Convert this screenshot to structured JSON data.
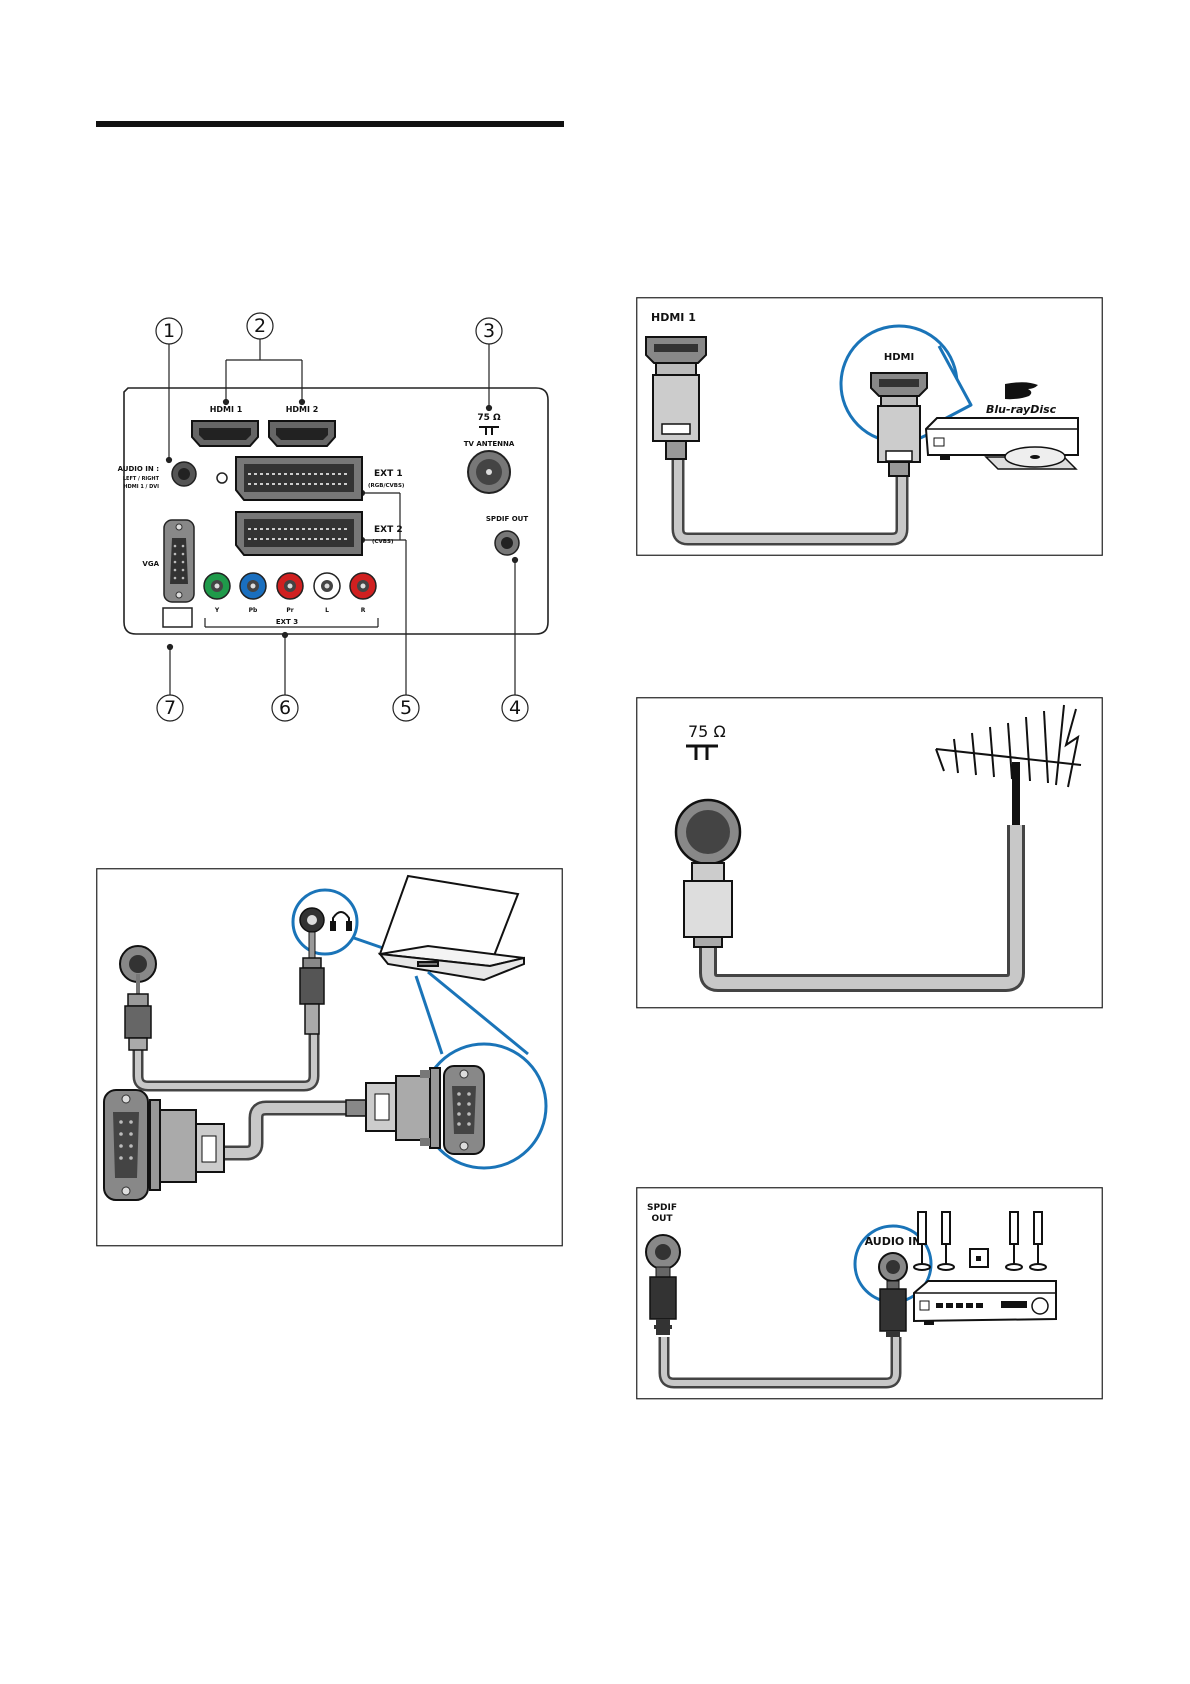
{
  "callouts": [
    "1",
    "2",
    "3",
    "4",
    "5",
    "6",
    "7"
  ],
  "panel": {
    "audio_in_line1": "AUDIO IN :",
    "audio_in_line2": "LEFT / RIGHT",
    "audio_in_line3": "HDMI 1 / DVI",
    "hdmi1": "HDMI 1",
    "hdmi2": "HDMI 2",
    "ohm": "75 Ω",
    "tv_antenna": "TV ANTENNA",
    "ext1": "EXT 1",
    "ext1_sub": "(RGB/CVBS)",
    "ext2": "EXT 2",
    "ext2_sub": "(CVBS)",
    "spdif_out": "SPDIF OUT",
    "vga": "VGA",
    "component": [
      "Y",
      "Pb",
      "Pr",
      "L",
      "R"
    ],
    "ext3": "EXT 3"
  },
  "hdmi_box": {
    "tv_port": "HDMI 1",
    "device_port": "HDMI",
    "brand": "Blu-rayDisc"
  },
  "antenna_box": {
    "ohm": "75 Ω"
  },
  "spdif_box": {
    "port_line1": "SPDIF",
    "port_line2": "OUT",
    "audio_in": "AUDIO IN"
  },
  "colors": {
    "highlight_circle": "#1a74b8",
    "cable_gray": "#bfbfbf",
    "rca_green": "#1f9a4a",
    "rca_blue": "#1a6fbf",
    "rca_red": "#d02020",
    "rca_white": "#ffffff"
  }
}
